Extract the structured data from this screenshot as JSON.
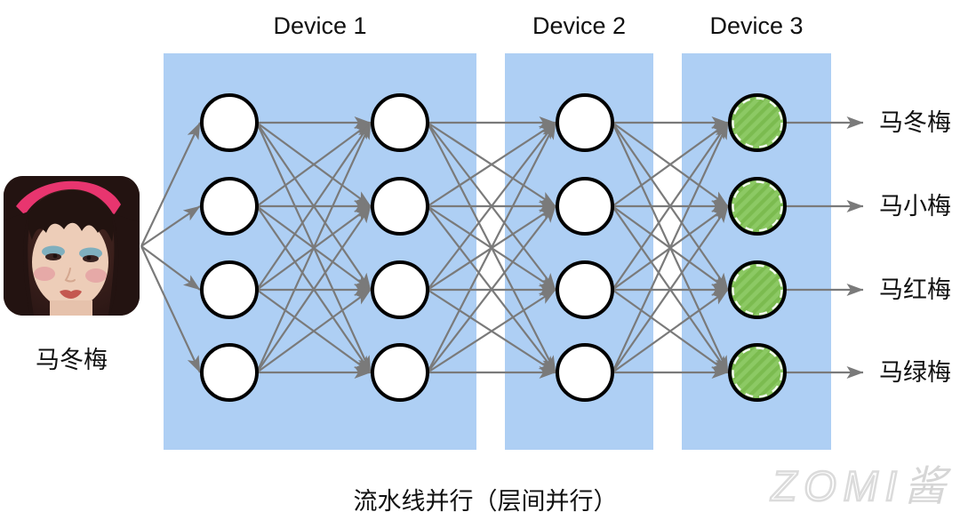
{
  "devices": [
    {
      "label": "Device 1"
    },
    {
      "label": "Device 2"
    },
    {
      "label": "Device 3"
    }
  ],
  "input": {
    "label": "马冬梅"
  },
  "outputs": [
    "马冬梅",
    "马小梅",
    "马红梅",
    "马绿梅"
  ],
  "caption": "流水线并行（层间并行）",
  "watermark": {
    "latin": "ZOMI",
    "cjk": "酱"
  },
  "network": {
    "type": "feedforward-neural-network",
    "connectivity": "fully-connected-between-adjacent-layers",
    "layers": [
      {
        "device": "Device 1",
        "neurons": 4,
        "style": "plain"
      },
      {
        "device": "Device 1",
        "neurons": 4,
        "style": "plain"
      },
      {
        "device": "Device 2",
        "neurons": 4,
        "style": "plain"
      },
      {
        "device": "Device 3",
        "neurons": 4,
        "style": "green-hatched"
      }
    ],
    "colors": {
      "device_box": "#AECFF4",
      "edge": "#7A7A7A",
      "node_fill": "#FFFFFF",
      "node_stroke": "#000000",
      "green_fill": "#8CC964",
      "green_stripe": "#7BBB4F",
      "inner_dash": "#FFFFFF"
    }
  }
}
